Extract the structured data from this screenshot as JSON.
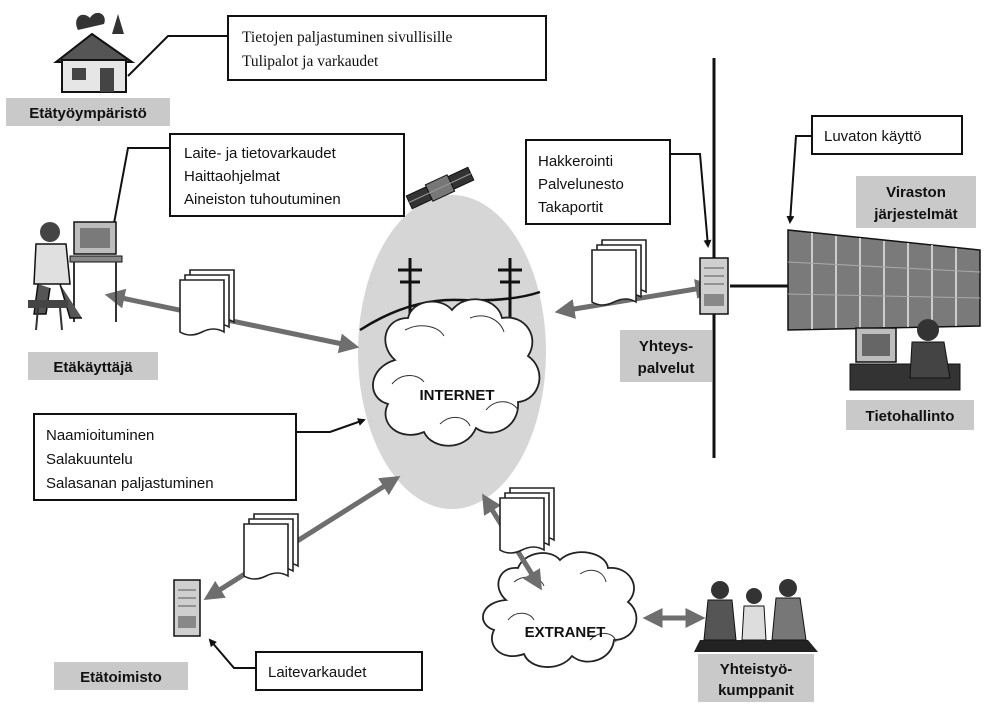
{
  "locations": {
    "remote_environment": "Etätyöympäristö",
    "remote_user": "Etäkäyttäjä",
    "remote_office": "Etätoimisto",
    "connection_services_line1": "Yhteys-",
    "connection_services_line2": "palvelut",
    "agency_systems_line1": "Viraston",
    "agency_systems_line2": "järjestelmät",
    "it_management": "Tietohallinto",
    "partners_line1": "Yhteistyö-",
    "partners_line2": "kumppanit"
  },
  "clouds": {
    "internet": "INTERNET",
    "extranet": "EXTRANET"
  },
  "threats": {
    "remote_environment": [
      "Tietojen paljastuminen sivullisille",
      "Tulipalot ja varkaudet"
    ],
    "remote_user": [
      "Laite- ja tietovarkaudet",
      "Haittaohjelmat",
      "Aineiston tuhoutuminen"
    ],
    "connection_services": [
      "Hakkerointi",
      "Palvelunesto",
      "Takaportit"
    ],
    "agency_systems": [
      "Luvaton käyttö"
    ],
    "internet": [
      "Naamioituminen",
      "Salakuuntelu",
      "Salasanan paljastuminen"
    ],
    "remote_office": [
      "Laitevarkaudet"
    ]
  },
  "colors": {
    "tag_background": "#c9c9c9",
    "internet_ellipse": "#d6d6d6",
    "arrow_gray": "#6e6e6e"
  }
}
